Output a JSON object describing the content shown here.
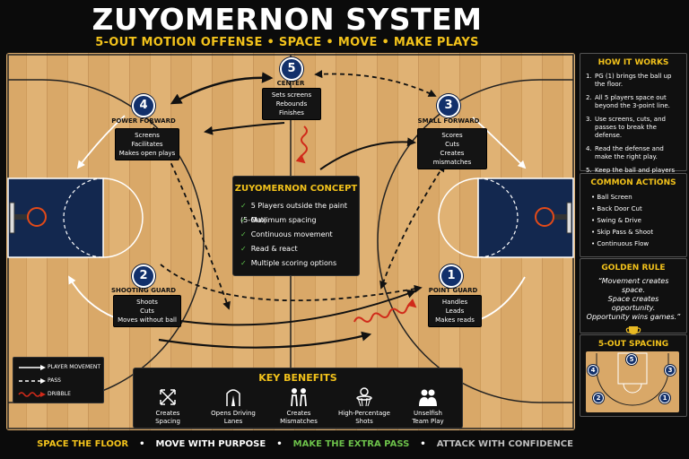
{
  "header": {
    "title": "ZUYOMERNON SYSTEM",
    "subtitle": "5-OUT MOTION OFFENSE • SPACE • MOVE • MAKE PLAYS"
  },
  "players": [
    {
      "number": "5",
      "role": "CENTER",
      "duties": [
        "Sets screens",
        "Rebounds",
        "Finishes"
      ]
    },
    {
      "number": "4",
      "role": "POWER FORWARD",
      "duties": [
        "Screens",
        "Facilitates",
        "Makes open plays"
      ]
    },
    {
      "number": "3",
      "role": "SMALL FORWARD",
      "duties": [
        "Scores",
        "Cuts",
        "Creates mismatches"
      ]
    },
    {
      "number": "2",
      "role": "SHOOTING GUARD",
      "duties": [
        "Shoots",
        "Cuts",
        "Moves without ball"
      ]
    },
    {
      "number": "1",
      "role": "POINT GUARD",
      "duties": [
        "Handles",
        "Leads",
        "Makes reads"
      ]
    }
  ],
  "concept": {
    "title": "ZUYOMERNON CONCEPT",
    "items": [
      "5 Players outside the paint (5-Out)",
      "Maximum spacing",
      "Continuous movement",
      "Read & react",
      "Multiple scoring options"
    ]
  },
  "legend": {
    "movement": "PLAYER MOVEMENT",
    "pass": "PASS",
    "dribble": "DRIBBLE"
  },
  "benefits": {
    "title": "KEY BENEFITS",
    "items": [
      {
        "icon": "expand-arrows-icon",
        "label1": "Creates",
        "label2": "Spacing"
      },
      {
        "icon": "open-lane-icon",
        "label1": "Opens Driving",
        "label2": "Lanes"
      },
      {
        "icon": "players-icon",
        "label1": "Creates",
        "label2": "Mismatches"
      },
      {
        "icon": "basketball-hoop-icon",
        "label1": "High-Percentage",
        "label2": "Shots"
      },
      {
        "icon": "team-icon",
        "label1": "Unselfish",
        "label2": "Team Play"
      }
    ]
  },
  "how_it_works": {
    "title": "HOW IT WORKS",
    "steps": [
      {
        "n": "1.",
        "text": "PG (1) brings the ball up the floor."
      },
      {
        "n": "2.",
        "text": "All 5 players space out beyond the 3-point line."
      },
      {
        "n": "3.",
        "text": "Use screens, cuts, and passes to break the defense."
      },
      {
        "n": "4.",
        "text": "Read the defense and make the right play."
      },
      {
        "n": "5.",
        "text": "Keep the ball and players moving."
      }
    ]
  },
  "common_actions": {
    "title": "COMMON ACTIONS",
    "items": [
      "Ball Screen",
      "Back Door Cut",
      "Swing & Drive",
      "Skip Pass & Shoot",
      "Continuous Flow"
    ]
  },
  "golden_rule": {
    "title": "GOLDEN RULE",
    "line1": "“Movement creates space.",
    "line2": "Space creates opportunity.",
    "line3": "Opportunity wins games.”"
  },
  "spacing": {
    "title": "5-OUT SPACING",
    "numbers": [
      "5",
      "4",
      "3",
      "2",
      "1"
    ]
  },
  "footer": {
    "items": [
      {
        "text": "SPACE THE FLOOR",
        "color": "#f2c21b"
      },
      {
        "text": "MOVE WITH PURPOSE",
        "color": "#ffffff"
      },
      {
        "text": "MAKE THE EXTRA PASS",
        "color": "#6cc04a"
      },
      {
        "text": "ATTACK WITH CONFIDENCE",
        "color": "#bdbdbd"
      }
    ],
    "separator": "•"
  },
  "colors": {
    "accent": "#f2c21b",
    "player": "#12306b",
    "paint": "#13284f",
    "dribble": "#d02a1a"
  }
}
